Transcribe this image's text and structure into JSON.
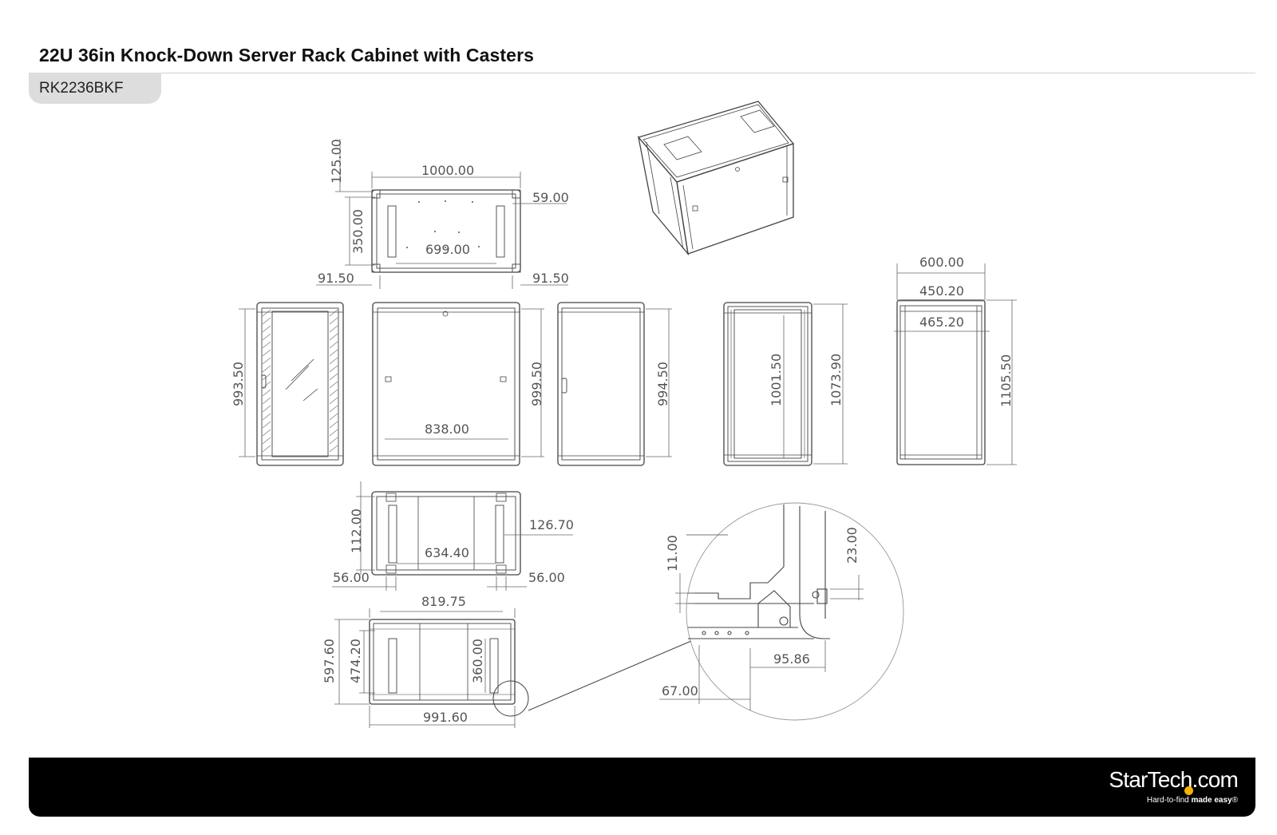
{
  "page": {
    "title": "22U 36in Knock-Down Server Rack Cabinet with Casters",
    "model": "RK2236BKF"
  },
  "drawing": {
    "dimensions": {
      "top_depth_offset": "125.00",
      "top_width": "1000.00",
      "top_side_offset": "59.00",
      "top_slot_depth": "350.00",
      "top_inner_width": "699.00",
      "top_left_margin": "91.50",
      "top_right_margin": "91.50",
      "front_height": "993.50",
      "side_height": "999.50",
      "side_inner_width": "838.00",
      "rear_height": "994.50",
      "frame_inner_height": "1001.50",
      "frame_outer_height": "1073.90",
      "section_outer_width": "600.00",
      "section_mid_width": "450.20",
      "section_inner_width": "465.20",
      "section_height": "1105.50",
      "bottom_slot_depth": "112.00",
      "bottom_side_offset": "126.70",
      "bottom_inner_width": "634.40",
      "bottom_left_margin": "56.00",
      "bottom_right_margin": "56.00",
      "base_inner_width": "819.75",
      "base_outer_depth": "597.60",
      "base_inner_depth": "474.20",
      "base_slot_depth": "360.00",
      "base_outer_width": "991.60",
      "detail_gap": "11.00",
      "detail_offset": "23.00",
      "detail_width": "95.86",
      "detail_edge": "67.00"
    }
  },
  "footer": {
    "brand_prefix": "StarTech",
    "brand_suffix": ".com",
    "tagline_normal": "Hard-to-find ",
    "tagline_bold": "made easy",
    "tagline_mark": "®",
    "brand_dot_color": "#f5b400"
  }
}
